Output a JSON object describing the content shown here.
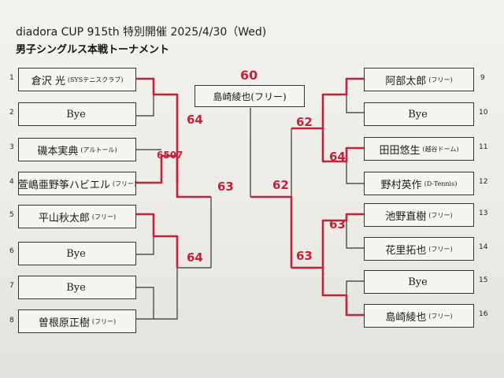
{
  "title": "diadora CUP 915th 特別開催 2025/4/30（Wed)",
  "subtitle": "男子シングルス本戦トーナメント",
  "left": [
    {
      "num": "1",
      "name": "倉沢 光",
      "aff": "(SYSテニスクラブ)"
    },
    {
      "num": "2",
      "name": "Bye",
      "aff": ""
    },
    {
      "num": "3",
      "name": "磯本実典",
      "aff": "(アルトール)"
    },
    {
      "num": "4",
      "name": "萱嶋亜野筝ハビエル",
      "aff": "(フリー)"
    },
    {
      "num": "5",
      "name": "平山秋太郎",
      "aff": "(フリー)"
    },
    {
      "num": "6",
      "name": "Bye",
      "aff": ""
    },
    {
      "num": "7",
      "name": "Bye",
      "aff": ""
    },
    {
      "num": "8",
      "name": "曽根原正樹",
      "aff": "(フリー)"
    }
  ],
  "right": [
    {
      "num": "9",
      "name": "阿部太郎",
      "aff": "(フリー)"
    },
    {
      "num": "10",
      "name": "Bye",
      "aff": ""
    },
    {
      "num": "11",
      "name": "田田悠生",
      "aff": "(越谷ドーム)"
    },
    {
      "num": "12",
      "name": "野村英作",
      "aff": "(D-Tennis)"
    },
    {
      "num": "13",
      "name": "池野直樹",
      "aff": "(フリー)"
    },
    {
      "num": "14",
      "name": "花里拓也",
      "aff": "(フリー)"
    },
    {
      "num": "15",
      "name": "Bye",
      "aff": ""
    },
    {
      "num": "16",
      "name": "島崎綾也",
      "aff": "(フリー)"
    }
  ],
  "final": {
    "score": "60",
    "winner": "島崎綾也(フリー)"
  },
  "scores": {
    "l_r1_a": "64",
    "l_r1_b": "6507",
    "l_r1_c": "64",
    "l_sf": "63",
    "r_r1_a": "62",
    "r_r1_b": "64",
    "r_r1_c": "63",
    "r_sf": "63",
    "r_qf": "62"
  },
  "colors": {
    "winner_line": "#c4223a",
    "line": "#333333"
  }
}
